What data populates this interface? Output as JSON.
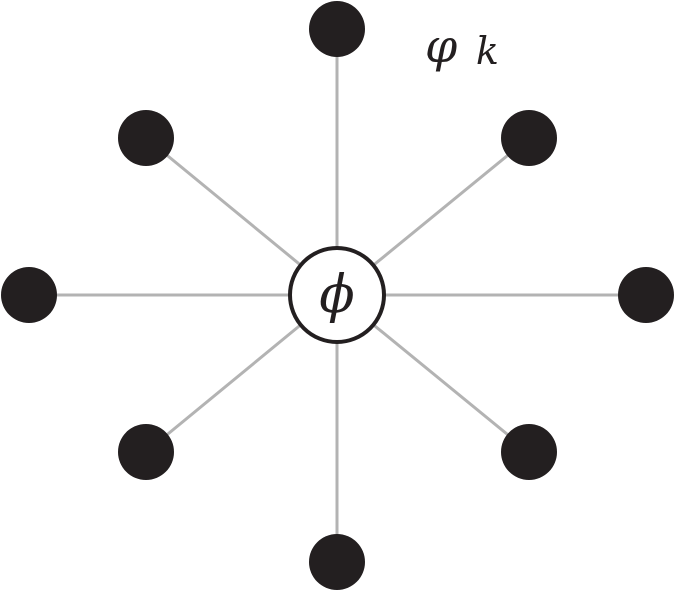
{
  "diagram": {
    "center_label": "ϕ",
    "outer_label": "φ",
    "outer_label_subscript": "k",
    "outer_node_count": 8
  },
  "colors": {
    "node": "#231f20",
    "spoke": "#b3b3b3",
    "center_fill": "#ffffff",
    "background": "#ffffff"
  }
}
